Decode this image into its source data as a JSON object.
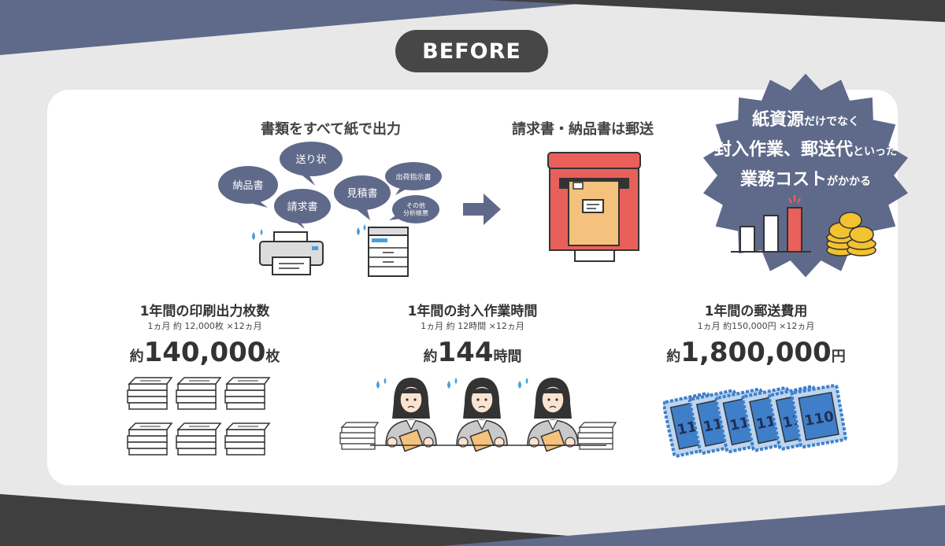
{
  "pill": "BEFORE",
  "step1": {
    "heading": "書類をすべて紙で出力",
    "bubbles": [
      "納品書",
      "送り状",
      "請求書",
      "見積書",
      "出荷指示書",
      "その他\n分析帳票"
    ]
  },
  "step2": {
    "heading": "請求書・納品書は郵送"
  },
  "badge": {
    "line1_big": "紙資源",
    "line1_small": "だけでなく",
    "line2_big": "封入作業、郵送代",
    "line2_small": "といった",
    "line3_big": "業務コスト",
    "line3_small": "がかかる"
  },
  "stats": [
    {
      "title": "1年間の印刷出力枚数",
      "sub": "1ヵ月 約 12,000枚 ×12ヵ月",
      "prefix": "約",
      "value": "140,000",
      "unit": "枚"
    },
    {
      "title": "1年間の封入作業時間",
      "sub": "1ヵ月 約 12時間 ×12ヵ月",
      "prefix": "約",
      "value": "144",
      "unit": "時間"
    },
    {
      "title": "1年間の郵送費用",
      "sub": "1ヵ月 約150,000円 ×12ヵ月",
      "prefix": "約",
      "value": "1,800,000",
      "unit": "円"
    }
  ],
  "stamp_label": "110",
  "colors": {
    "navy": "#5f6a8a",
    "dark": "#474747",
    "red": "#e9605a",
    "envelope": "#f4c27c",
    "stamp": "#3f7fc9"
  }
}
